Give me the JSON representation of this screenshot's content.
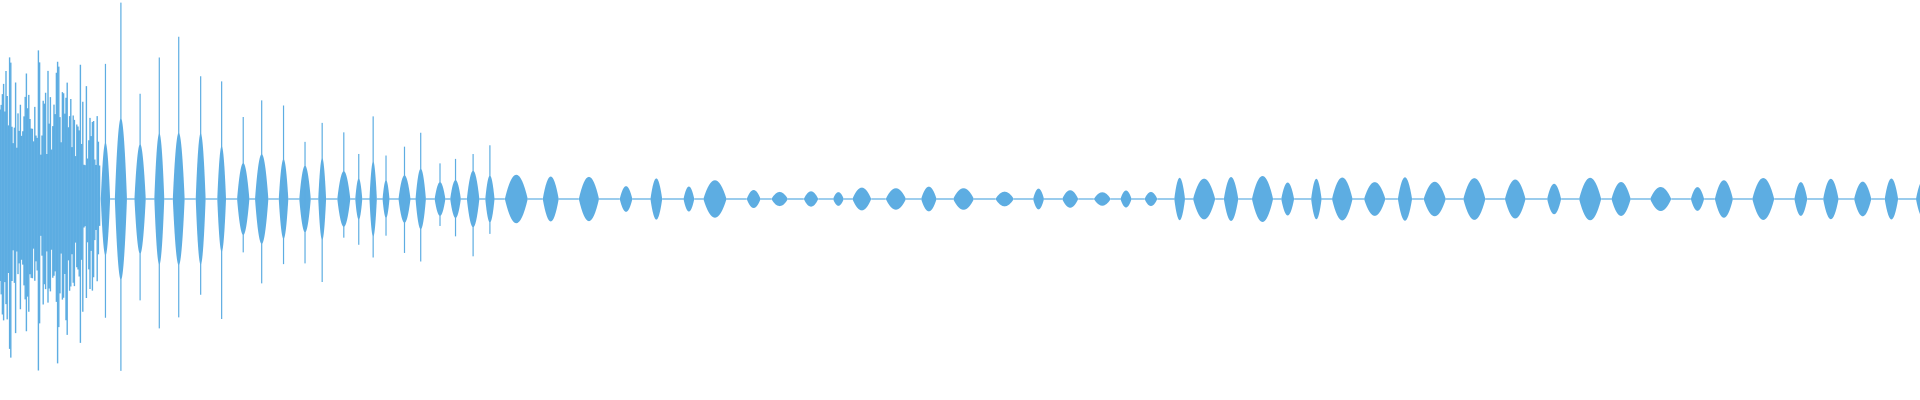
{
  "waveform": {
    "color": "#5dade2",
    "background": "#ffffff",
    "envelope": "decaying-then-steady",
    "peak_amplitude": 0.82,
    "steady_amplitude": 0.17,
    "sparse_amplitude": 0.08
  }
}
